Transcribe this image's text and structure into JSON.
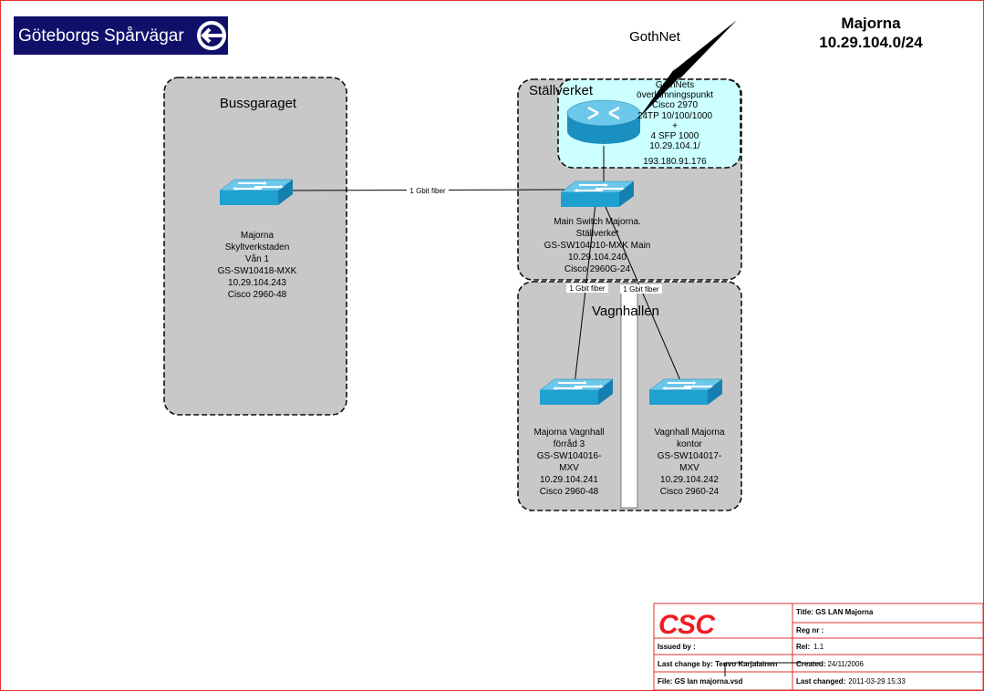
{
  "logo": {
    "text": "Göteborgs Spårvägar",
    "color": "#10106b"
  },
  "header": {
    "network_label": "GothNet",
    "site_title": "Majorna",
    "subnet": "10.29.104.0/24"
  },
  "colors": {
    "zone_fill": "#c8c8c8",
    "gothnet_zone_fill": "#ccffff",
    "device": "#1ea0d0",
    "border": "#e03030",
    "csc_red": "#ee1c25"
  },
  "zones": {
    "bussgaraget": "Bussgaraget",
    "stallverket": "Ställverket",
    "vagnhallen": "Vagnhallen"
  },
  "router": {
    "lines": [
      "GothNets",
      "överlämningspunkt",
      "Cisco 2970",
      "24TP 10/100/1000",
      "+",
      "4 SFP 1000",
      "10.29.104.1/",
      "193.180.91.176"
    ]
  },
  "switches": {
    "main": {
      "lines": [
        "Main Switch Majorna.",
        "Ställverket",
        "GS-SW104010-MXK Main",
        "10.29.104.240",
        "Cisco 2960G-24"
      ]
    },
    "skylt": {
      "lines": [
        "Majorna",
        "Skyltverkstaden",
        "Vån 1",
        "GS-SW10418-MXK",
        "10.29.104.243",
        "Cisco 2960-48"
      ]
    },
    "vagnhall1": {
      "lines": [
        "Majorna Vagnhall",
        "förråd 3",
        "GS-SW104016-",
        "MXV",
        "10.29.104.241",
        "Cisco 2960-48"
      ]
    },
    "vagnhall2": {
      "lines": [
        "Vagnhall Majorna",
        "kontor",
        "GS-SW104017-",
        "MXV",
        "10.29.104.242",
        "Cisco 2960-24"
      ]
    }
  },
  "links": {
    "skylt": "1 Gbit fiber",
    "vagnhall1": "1 Gbit fiber",
    "vagnhall2": "1 Gbit fiber"
  },
  "title_block": {
    "logo": "CSC",
    "title": "Title: GS LAN Majorna",
    "reg_nr": "Reg nr :",
    "issued_by": "Issued by :",
    "rel_label": "Rel:",
    "rel_value": "1.1",
    "last_change_by": "Last change by: Teuvo Karjalainen",
    "created_label": "Created:",
    "created_value": "24/11/2006",
    "file": "File:   GS lan majorna.vsd",
    "last_changed_label": "Last changed:",
    "last_changed_value": "2011-03-29 15:33"
  }
}
